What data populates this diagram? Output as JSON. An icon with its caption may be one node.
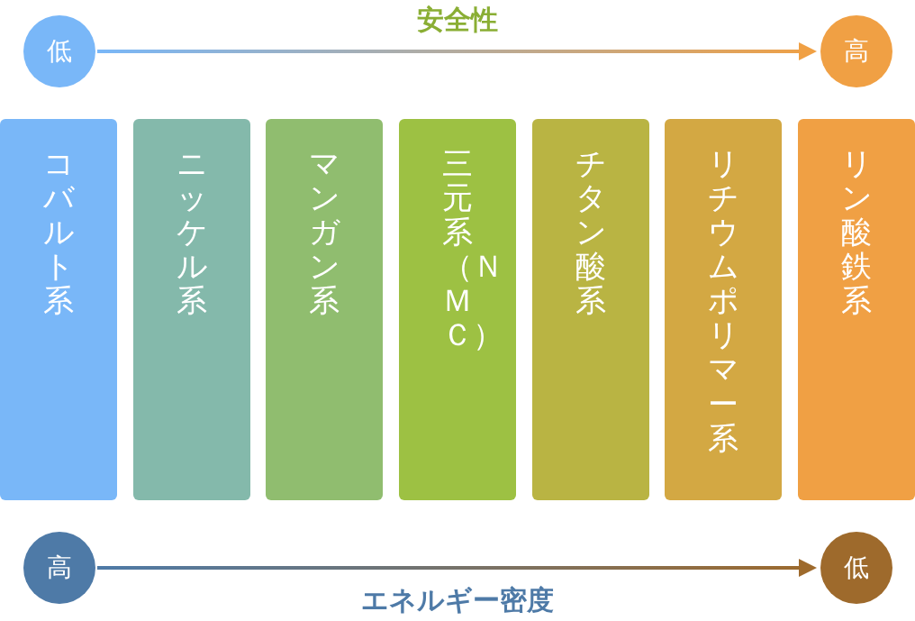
{
  "diagram": {
    "nodes": [
      {
        "text": [
          "低"
        ]
      },
      {
        "text": [
          "高"
        ]
      },
      {
        "text": [
          "コバルト系"
        ]
      },
      {
        "text": [
          "ニッケル系"
        ]
      },
      {
        "text": [
          "マンガン系"
        ]
      },
      {
        "text": [
          "三元系（ＮＭＣ）"
        ]
      },
      {
        "text": [
          "チタン酸系"
        ]
      },
      {
        "text": [
          "リチウムポリマー系"
        ]
      },
      {
        "text": [
          "リン酸鉄系"
        ]
      },
      {
        "text": [
          "高"
        ]
      },
      {
        "text": [
          "低"
        ]
      }
    ],
    "edges": [
      {
        "from": 0,
        "to": 1,
        "arrow": "to"
      },
      {
        "from": 9,
        "to": 10,
        "arrow": "to"
      }
    ],
    "labels": [
      "安全性",
      "エネルギー密度"
    ]
  }
}
